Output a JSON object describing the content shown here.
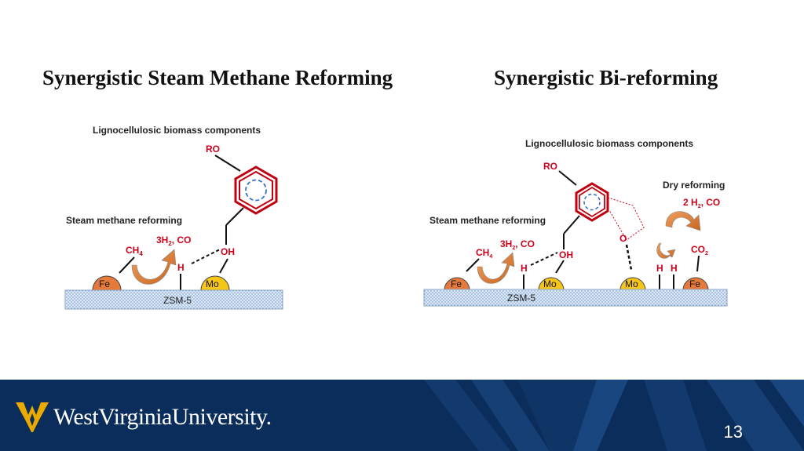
{
  "slide": {
    "title_left": "Synergistic Steam Methane Reforming",
    "title_right": "Synergistic Bi-reforming",
    "page_number": "13"
  },
  "left_diagram": {
    "biomass_label": "Lignocellulosic biomass components",
    "ro_label": "RO",
    "reforming_label": "Steam methane reforming",
    "ch4_label": "CH",
    "ch4_sub": "4",
    "products_label_a": "3H",
    "products_sub": "2",
    "products_label_b": ", CO",
    "h_label": "H",
    "oh_label": "OH",
    "fe_label": "Fe",
    "mo_label": "Mo",
    "support_label": "ZSM-5"
  },
  "right_diagram": {
    "biomass_label": "Lignocellulosic biomass components",
    "ro_label": "RO",
    "reforming_label": "Steam methane reforming",
    "dry_label": "Dry reforming",
    "dry_products_a": "2 H",
    "dry_products_sub": "2",
    "dry_products_b": ", CO",
    "ch4_label": "CH",
    "ch4_sub": "4",
    "products_label_a": "3H",
    "products_sub": "2",
    "products_label_b": ", CO",
    "h_label": "H",
    "oh_label": "OH",
    "o_label": "O",
    "co2_label": "CO",
    "co2_sub": "2",
    "fe_label": "Fe",
    "mo_label": "Mo",
    "mo2_label": "Mo",
    "fe2_label": "Fe",
    "h2_label": "H",
    "h3_label": "H",
    "support_label": "ZSM-5"
  },
  "footer": {
    "logo_text": "WestVirginiaUniversity.",
    "logo_icon": "wv-flying-wv-icon"
  },
  "colors": {
    "footer_bg": "#0b2d5b",
    "accent_red": "#d0021b",
    "metal_fe": "#e57a3a",
    "metal_mo": "#f5c518",
    "support_blue": "#cfe0f3",
    "logo_gold": "#eaaa00"
  }
}
